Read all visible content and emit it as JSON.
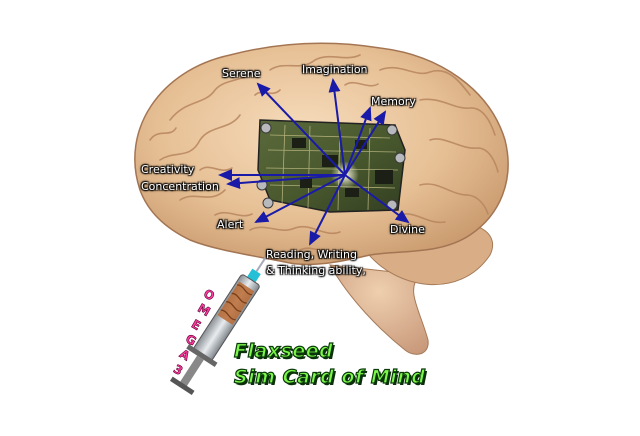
{
  "labels": {
    "serene": "Serene",
    "imagination": "Imagination",
    "memory": "Memory",
    "creativity": "Creativity",
    "concentration": "Concentration",
    "alert": "Alert",
    "divine": "Divine",
    "reading_line1": "Reading, Writing",
    "reading_line2": "& Thinking ability,"
  },
  "syringe_label": [
    "O",
    "M",
    "E",
    "G",
    "A",
    "3"
  ],
  "caption": {
    "line1": "Flaxseed",
    "line2": "Sim Card of Mind"
  },
  "colors": {
    "arrow": "#1a1aa8",
    "caption": "#7df84a",
    "omega": "#ff3aa0",
    "brain": "#e8c39a"
  }
}
